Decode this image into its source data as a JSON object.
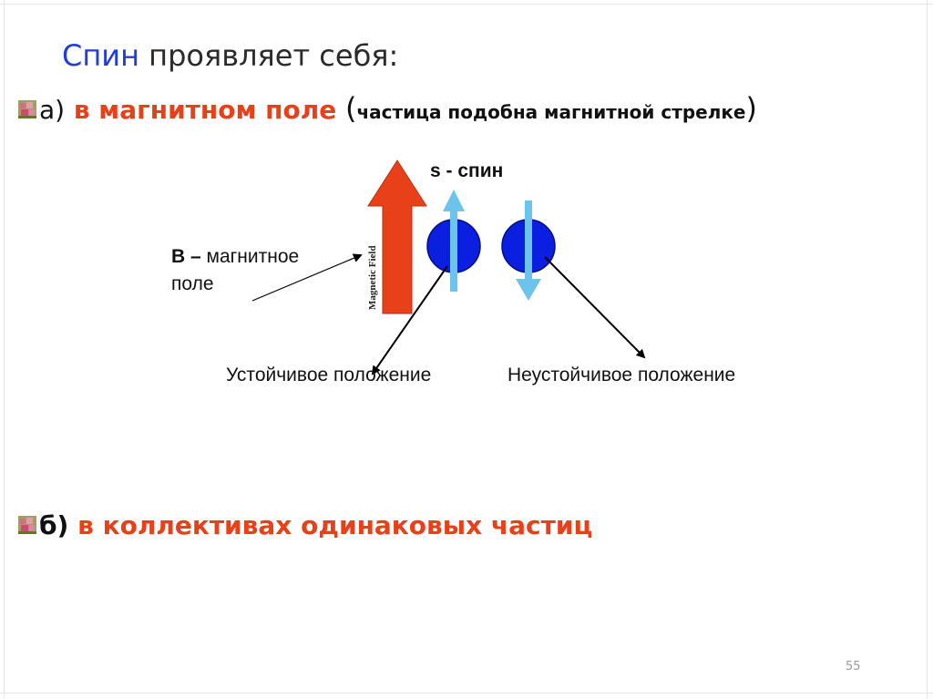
{
  "title": {
    "accent": "Спин",
    "rest": " проявляет себя:"
  },
  "item_a": {
    "marker": "а)",
    "red_text": " в магнитном поле ",
    "open_paren": "(",
    "small_text": "частица подобна магнитной стрелке",
    "close_paren": ")"
  },
  "diagram": {
    "spin_label": "s - спин",
    "field_label": "Magnetic Field",
    "b_label_bold": "B –",
    "b_label_rest": " магнитное",
    "b_label_line2": "поле",
    "stable_label": "Устойчивое положение",
    "unstable_label": "Неустойчивое положение"
  },
  "item_b": {
    "marker": "б)",
    "red_text": " в коллективах одинаковых частиц"
  },
  "page_number": "55",
  "colors": {
    "accent_red": "#e8411a",
    "title_blue": "#1f3fd8",
    "field_arrow": "#e8411a",
    "particle": "#0a1fe0",
    "spin_arrow": "#6cc4ec"
  }
}
